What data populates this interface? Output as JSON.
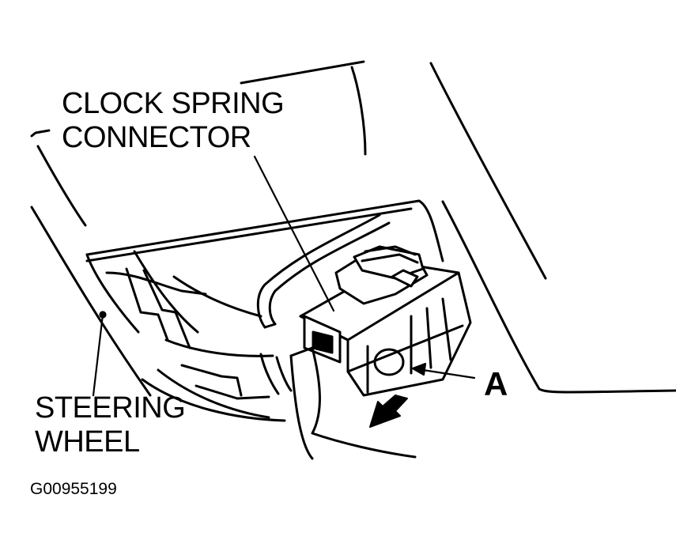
{
  "labels": {
    "clock_spring_line1": "CLOCK SPRING",
    "clock_spring_line2": "CONNECTOR",
    "steering_line1": "STEERING",
    "steering_line2": "WHEEL",
    "callout_a": "A",
    "figure_id": "G00955199"
  },
  "colors": {
    "ink": "#000000",
    "paper": "#ffffff"
  }
}
